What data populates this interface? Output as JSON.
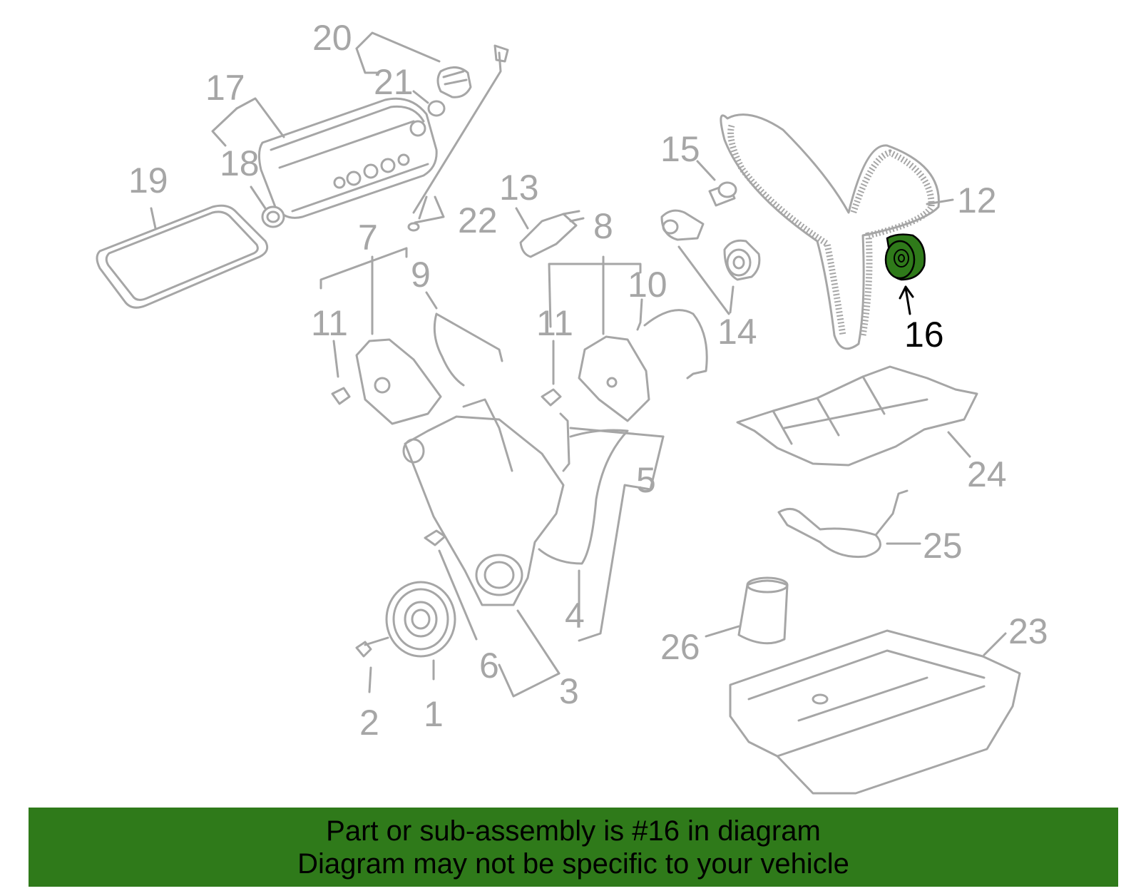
{
  "callouts": {
    "c1": "1",
    "c2": "2",
    "c3": "3",
    "c4": "4",
    "c5": "5",
    "c6": "6",
    "c7": "7",
    "c8": "8",
    "c9": "9",
    "c10": "10",
    "c11a": "11",
    "c11b": "11",
    "c12": "12",
    "c13": "13",
    "c14": "14",
    "c15": "15",
    "c16": "16",
    "c17": "17",
    "c18": "18",
    "c19": "19",
    "c20": "20",
    "c21": "21",
    "c22": "22",
    "c23": "23",
    "c24": "24",
    "c25": "25",
    "c26": "26"
  },
  "highlighted_part": "16",
  "colors": {
    "part_gray": "#a6a6a6",
    "highlight_green": "#2f7a1a",
    "banner_green": "#2f7a1a",
    "text_black": "#000000"
  },
  "banner": {
    "line1": "Part or sub-assembly is #16 in diagram",
    "line2": "Diagram may not be specific to your vehicle"
  }
}
